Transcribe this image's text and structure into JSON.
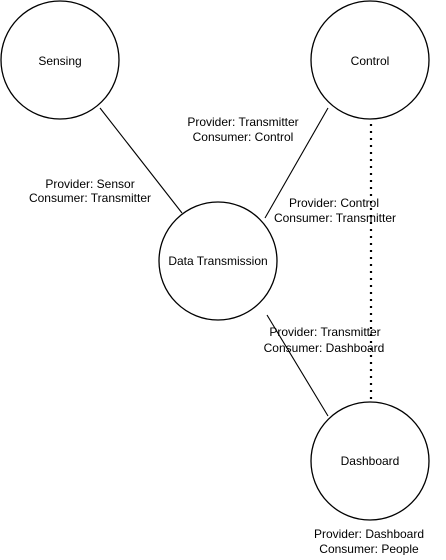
{
  "diagram": {
    "nodes": {
      "sensing": "Sensing",
      "control": "Control",
      "data_transmission": "Data Transmission",
      "dashboard": "Dashboard"
    },
    "edges": {
      "sensing_to_transmission": {
        "provider": "Provider: Sensor",
        "consumer": "Consumer: Transmitter"
      },
      "transmission_to_control": {
        "provider": "Provider: Transmitter",
        "consumer": "Consumer: Control"
      },
      "control_to_transmission": {
        "provider": "Provider: Control",
        "consumer": "Consumer: Transmitter"
      },
      "transmission_to_dashboard": {
        "provider": "Provider: Transmitter",
        "consumer": "Consumer: Dashboard"
      },
      "dashboard_to_people": {
        "provider": "Provider: Dashboard",
        "consumer": "Consumer: People"
      }
    },
    "colors": {
      "stroke": "#000000",
      "fill": "#ffffff",
      "text": "#000000"
    }
  }
}
